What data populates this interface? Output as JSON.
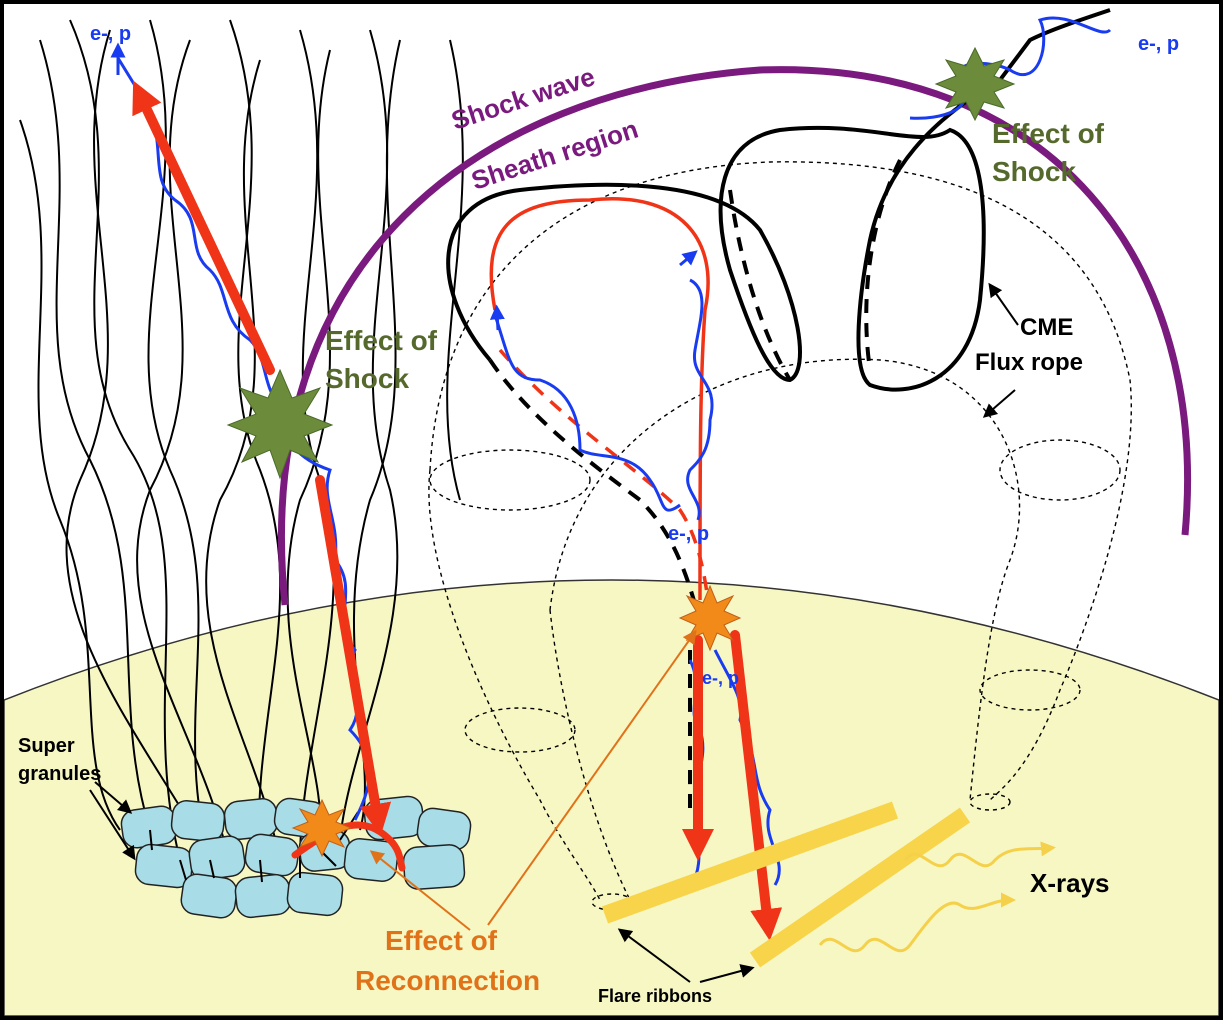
{
  "labels": {
    "particles_top_left": "e-, p",
    "particles_top_right": "e-, p",
    "particles_center": "e-, p",
    "particles_lower": "e-, p",
    "shock_wave": "Shock wave",
    "sheath_region": "Sheath region",
    "effect_of_shock_left_1": "Effect of",
    "effect_of_shock_left_2": "Shock",
    "effect_of_shock_right_1": "Effect of",
    "effect_of_shock_right_2": "Shock",
    "cme_1": "CME",
    "cme_2": "Flux rope",
    "super_granules_1": "Super",
    "super_granules_2": "granules",
    "reconnection_1": "Effect of",
    "reconnection_2": "Reconnection",
    "flare_ribbons": "Flare ribbons",
    "xrays": "X-rays"
  },
  "colors": {
    "background": "#000000",
    "panel": "#ffffff",
    "sun_surface": "#f7f7c4",
    "shock_purple": "#7b1a7e",
    "field_line": "#000000",
    "electron_path": "#1a3cf0",
    "red_arrow": "#f03418",
    "shock_star": "#6c8c3c",
    "reconnection_star": "#f28a1a",
    "granule": "#a8dce6",
    "ribbon": "#f7d44a",
    "shock_text": "#55692c",
    "reconnection_text": "#e0731a",
    "xray_wave": "#f5d04a"
  }
}
